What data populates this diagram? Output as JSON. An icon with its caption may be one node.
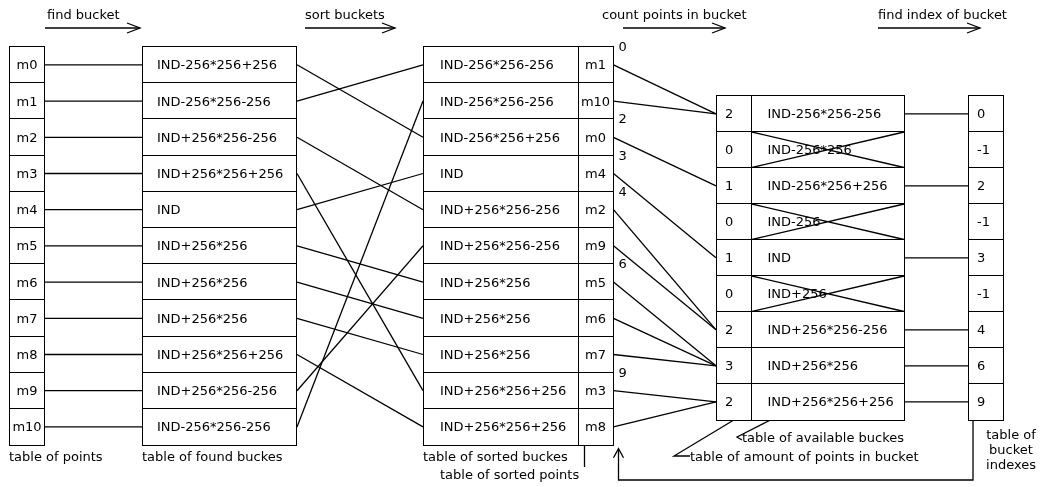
{
  "diagram": {
    "nodes": [
      {
        "text": [
          "m0"
        ]
      },
      {
        "text": [
          "m1"
        ]
      },
      {
        "text": [
          "m2"
        ]
      },
      {
        "text": [
          "m3"
        ]
      },
      {
        "text": [
          "m4"
        ]
      },
      {
        "text": [
          "m5"
        ]
      },
      {
        "text": [
          "m6"
        ]
      },
      {
        "text": [
          "m7"
        ]
      },
      {
        "text": [
          "m8"
        ]
      },
      {
        "text": [
          "m9"
        ]
      },
      {
        "text": [
          "m10"
        ]
      },
      {
        "text": [
          "IND-256*256+256"
        ]
      },
      {
        "text": [
          "IND-256*256-256"
        ]
      },
      {
        "text": [
          "IND+256*256-256"
        ]
      },
      {
        "text": [
          "IND+256*256+256"
        ]
      },
      {
        "text": [
          "IND"
        ]
      },
      {
        "text": [
          "IND+256*256"
        ]
      },
      {
        "text": [
          "IND+256*256"
        ]
      },
      {
        "text": [
          "IND+256*256"
        ]
      },
      {
        "text": [
          "IND+256*256+256"
        ]
      },
      {
        "text": [
          "IND+256*256-256"
        ]
      },
      {
        "text": [
          "IND-256*256-256"
        ]
      },
      {
        "text": [
          "IND-256*256-256"
        ]
      },
      {
        "text": [
          "IND-256*256-256"
        ]
      },
      {
        "text": [
          "IND-256*256+256"
        ]
      },
      {
        "text": [
          "IND"
        ]
      },
      {
        "text": [
          "IND+256*256-256"
        ]
      },
      {
        "text": [
          "IND+256*256-256"
        ]
      },
      {
        "text": [
          "IND+256*256"
        ]
      },
      {
        "text": [
          "IND+256*256"
        ]
      },
      {
        "text": [
          "IND+256*256"
        ]
      },
      {
        "text": [
          "IND+256*256+256"
        ]
      },
      {
        "text": [
          "IND+256*256+256"
        ]
      },
      {
        "text": [
          "m1"
        ],
        "beside": [
          "0"
        ]
      },
      {
        "text": [
          "m10"
        ]
      },
      {
        "text": [
          "m0"
        ],
        "beside": [
          "2"
        ]
      },
      {
        "text": [
          "m4"
        ],
        "beside": [
          "3"
        ]
      },
      {
        "text": [
          "m2"
        ],
        "beside": [
          "4"
        ]
      },
      {
        "text": [
          "m9"
        ]
      },
      {
        "text": [
          "m5"
        ],
        "beside": [
          "6"
        ]
      },
      {
        "text": [
          "m6"
        ]
      },
      {
        "text": [
          "m7"
        ]
      },
      {
        "text": [
          "m3"
        ],
        "beside": [
          "9"
        ]
      },
      {
        "text": [
          "m8"
        ]
      },
      {
        "text": [
          "2"
        ]
      },
      {
        "text": [
          "0"
        ]
      },
      {
        "text": [
          "1"
        ]
      },
      {
        "text": [
          "0"
        ]
      },
      {
        "text": [
          "1"
        ]
      },
      {
        "text": [
          "0"
        ]
      },
      {
        "text": [
          "2"
        ]
      },
      {
        "text": [
          "3"
        ]
      },
      {
        "text": [
          "2"
        ]
      },
      {
        "text": [
          "IND-256*256-256"
        ]
      },
      {
        "text": [
          "IND-256*256"
        ]
      },
      {
        "text": [
          "IND-256*256+256"
        ]
      },
      {
        "text": [
          "IND-256"
        ]
      },
      {
        "text": [
          "IND"
        ]
      },
      {
        "text": [
          "IND+256"
        ]
      },
      {
        "text": [
          "IND+256*256-256"
        ]
      },
      {
        "text": [
          "IND+256*256"
        ]
      },
      {
        "text": [
          "IND+256*256+256"
        ]
      },
      {
        "text": [
          "0"
        ]
      },
      {
        "text": [
          "-1"
        ]
      },
      {
        "text": [
          "2"
        ]
      },
      {
        "text": [
          "-1"
        ]
      },
      {
        "text": [
          "3"
        ]
      },
      {
        "text": [
          "-1"
        ]
      },
      {
        "text": [
          "4"
        ]
      },
      {
        "text": [
          "6"
        ]
      },
      {
        "text": [
          "9"
        ]
      },
      {
        "text": [
          "table of sorted points"
        ]
      },
      {
        "text": [
          "table of available buckes"
        ]
      },
      {
        "text": [
          "table of amount of points in bucket"
        ]
      }
    ],
    "edges": [
      {
        "from": 0,
        "to": 11,
        "arrow": "none"
      },
      {
        "from": 1,
        "to": 12,
        "arrow": "none"
      },
      {
        "from": 2,
        "to": 13,
        "arrow": "none"
      },
      {
        "from": 3,
        "to": 14,
        "arrow": "none"
      },
      {
        "from": 4,
        "to": 15,
        "arrow": "none"
      },
      {
        "from": 5,
        "to": 16,
        "arrow": "none"
      },
      {
        "from": 6,
        "to": 17,
        "arrow": "none"
      },
      {
        "from": 7,
        "to": 18,
        "arrow": "none"
      },
      {
        "from": 8,
        "to": 19,
        "arrow": "none"
      },
      {
        "from": 9,
        "to": 20,
        "arrow": "none"
      },
      {
        "from": 10,
        "to": 21,
        "arrow": "none"
      },
      {
        "from": 11,
        "to": 24,
        "arrow": "none"
      },
      {
        "from": 12,
        "to": 22,
        "arrow": "none"
      },
      {
        "from": 13,
        "to": 26,
        "arrow": "none"
      },
      {
        "from": 14,
        "to": 31,
        "arrow": "none"
      },
      {
        "from": 15,
        "to": 25,
        "arrow": "none"
      },
      {
        "from": 16,
        "to": 28,
        "arrow": "none"
      },
      {
        "from": 17,
        "to": 29,
        "arrow": "none"
      },
      {
        "from": 18,
        "to": 30,
        "arrow": "none"
      },
      {
        "from": 19,
        "to": 32,
        "arrow": "none"
      },
      {
        "from": 20,
        "to": 27,
        "arrow": "none"
      },
      {
        "from": 21,
        "to": 23,
        "arrow": "none"
      },
      {
        "from": 33,
        "to": 44,
        "arrow": "none"
      },
      {
        "from": 34,
        "to": 44,
        "arrow": "none"
      },
      {
        "from": 35,
        "to": 46,
        "arrow": "none"
      },
      {
        "from": 36,
        "to": 48,
        "arrow": "none"
      },
      {
        "from": 37,
        "to": 50,
        "arrow": "none"
      },
      {
        "from": 38,
        "to": 50,
        "arrow": "none"
      },
      {
        "from": 39,
        "to": 51,
        "arrow": "none"
      },
      {
        "from": 40,
        "to": 51,
        "arrow": "none"
      },
      {
        "from": 41,
        "to": 51,
        "arrow": "none"
      },
      {
        "from": 42,
        "to": 52,
        "arrow": "none"
      },
      {
        "from": 43,
        "to": 52,
        "arrow": "none"
      },
      {
        "from": 53,
        "to": 62,
        "arrow": "none"
      },
      {
        "from": 55,
        "to": 64,
        "arrow": "none"
      },
      {
        "from": 57,
        "to": 66,
        "arrow": "none"
      },
      {
        "from": 59,
        "to": 68,
        "arrow": "none"
      },
      {
        "from": 60,
        "to": 69,
        "arrow": "none"
      },
      {
        "from": 61,
        "to": 70,
        "arrow": "none"
      },
      {
        "from": 71,
        "to": 43,
        "arrow": "none"
      },
      {
        "from": 72,
        "to": 61,
        "arrow": "none"
      },
      {
        "from": 73,
        "to": 52,
        "arrow": "none"
      },
      {
        "from": 70,
        "to": 43,
        "arrow": "to"
      }
    ],
    "labels": [
      "find bucket",
      "sort buckets",
      "count points in bucket",
      "find index of bucket",
      "table of points",
      "table of found buckes",
      "table of sorted buckes",
      "table of bucket indexes"
    ]
  }
}
